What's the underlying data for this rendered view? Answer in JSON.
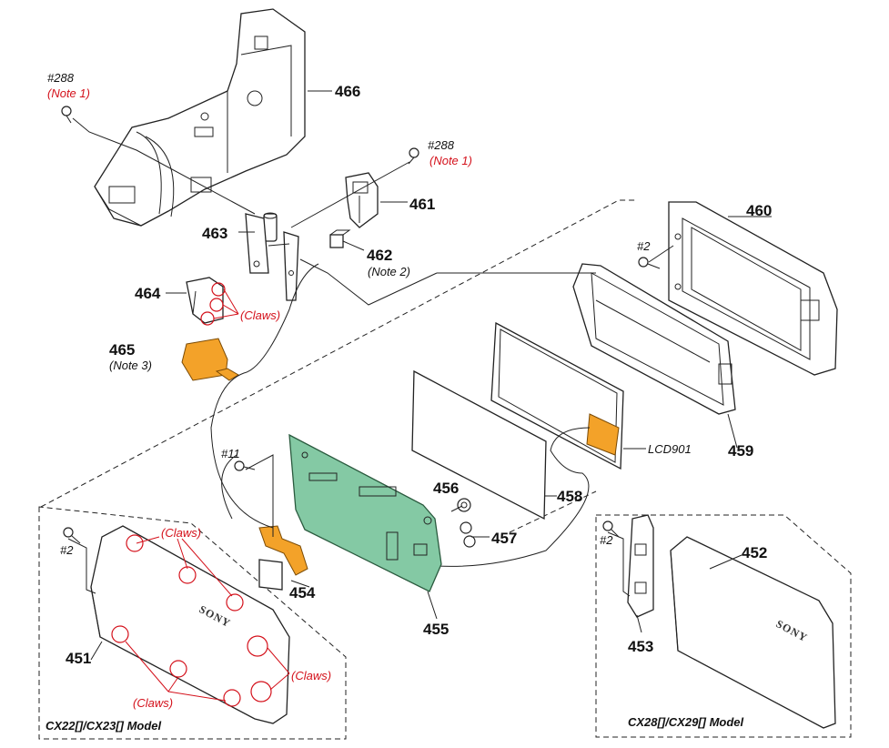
{
  "parts": {
    "p466": "466",
    "p463": "463",
    "p461": "461",
    "p462": "462",
    "p464": "464",
    "p465": "465",
    "p460": "460",
    "p459": "459",
    "p458": "458",
    "p456": "456",
    "p457": "457",
    "p455": "455",
    "p454": "454",
    "p451": "451",
    "p452": "452",
    "p453": "453"
  },
  "refs": {
    "screw288_a": "#288",
    "screw288_b": "#288",
    "screw2_a": "#2",
    "screw2_b": "#2",
    "screw2_c": "#2",
    "screw11": "#11",
    "lcd": "LCD901"
  },
  "notes": {
    "note1_a": "(Note 1)",
    "note1_b": "(Note 1)",
    "note2": "(Note 2)",
    "note3": "(Note 3)"
  },
  "claws": {
    "c464": "(Claws)",
    "c451_top": "(Claws)",
    "c451_right": "(Claws)",
    "c451_bottom": "(Claws)"
  },
  "models": {
    "left": "CX22[]/CX23[] Model",
    "right": "CX28[]/CX29[] Model"
  },
  "brand": {
    "logo_left": "SONY",
    "logo_right": "SONY"
  },
  "colors": {
    "pcb": "#84c9a4",
    "flex": "#f3a229",
    "note": "#d4111b"
  }
}
